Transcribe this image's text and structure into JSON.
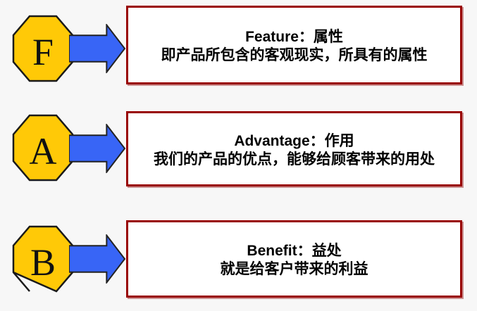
{
  "diagram": {
    "rows": [
      {
        "letter": "F",
        "heading": "Feature：属性",
        "description": "即产品所包含的客观现实，所具有的属性"
      },
      {
        "letter": "A",
        "heading": "Advantage：作用",
        "description": "我们的产品的优点，能够给顾客带来的用处"
      },
      {
        "letter": "B",
        "heading": "Benefit：益处",
        "description": "就是给客户带来的利益"
      }
    ],
    "colors": {
      "octagon_fill": "#FFC907",
      "octagon_border": "#1A1A1A",
      "arrow_fill": "#3865F6",
      "arrow_border": "#222222",
      "box_border": "#990000",
      "box_shadow": "#CB9090",
      "box_background": "#FFFFFF",
      "page_background": "#F7F7F7",
      "text_color": "#000000"
    }
  }
}
